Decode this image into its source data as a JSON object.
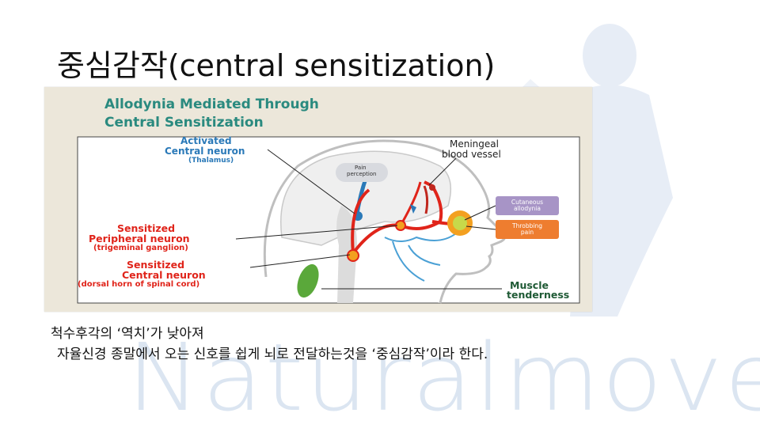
{
  "slide": {
    "title": "중심감작(central sensitization)",
    "body_line1": "척수후각의 ‘역치’가 낮아져",
    "body_line2": "자율신경 종말에서 오는 신호를 쉽게 뇌로 전달하는것을 ‘중심감작’이라 한다.",
    "watermark": "Naturalmove"
  },
  "figure": {
    "title_line1": "Allodynia Mediated Through",
    "title_line2": "Central Sensitization",
    "labels": {
      "activated_1": "Activated",
      "activated_2": "Central neuron",
      "activated_3": "(Thalamus)",
      "meningeal_1": "Meningeal",
      "meningeal_2": "blood vessel",
      "pain_perception_1": "Pain",
      "pain_perception_2": "perception",
      "peripheral_1": "Sensitized",
      "peripheral_2": "Peripheral neuron",
      "peripheral_3": "(trigeminal ganglion)",
      "central_1": "Sensitized",
      "central_2": "Central neuron",
      "central_3": "(dorsal horn of spinal cord)",
      "muscle_1": "Muscle",
      "muscle_2": "tenderness"
    },
    "badges": {
      "cutaneous_1": "Cutaneous",
      "cutaneous_2": "allodynia",
      "throbbing_1": "Throbbing",
      "throbbing_2": "pain"
    },
    "colors": {
      "teal_title": "#2a8a7f",
      "blue_label": "#2a79b8",
      "red_label": "#e0241a",
      "cutaneous_badge": "#a794c6",
      "throbbing_badge": "#ee7d2f",
      "watermark": "#dbe5f1"
    }
  }
}
